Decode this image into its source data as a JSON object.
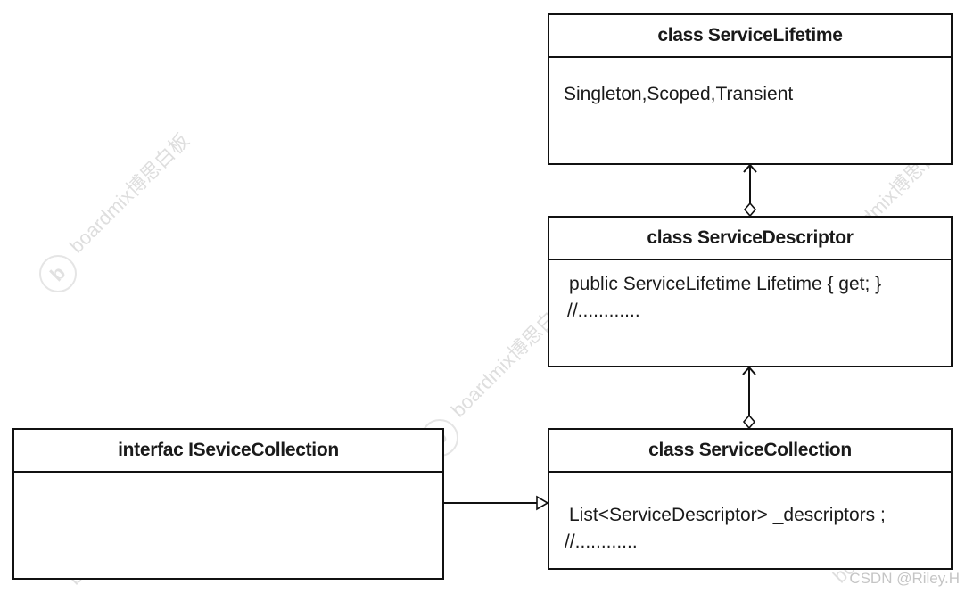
{
  "classes": {
    "service_lifetime": {
      "title": "class ServiceLifetime",
      "lines": [
        "Singleton,Scoped,Transient"
      ]
    },
    "service_descriptor": {
      "title": "class ServiceDescriptor",
      "lines": [
        "public ServiceLifetime Lifetime { get; }",
        "//............"
      ]
    },
    "service_collection": {
      "title": "class ServiceCollection",
      "lines": [
        "List<ServiceDescriptor> _descriptors ;",
        "//............"
      ]
    },
    "iservice_collection": {
      "title": "interfac ISeviceCollection",
      "lines": []
    }
  },
  "relations": [
    {
      "from": "service_descriptor",
      "to": "service_lifetime",
      "kind": "aggregation"
    },
    {
      "from": "service_collection",
      "to": "service_descriptor",
      "kind": "aggregation"
    },
    {
      "from": "iservice_collection",
      "to": "service_collection",
      "kind": "realization"
    }
  ],
  "watermark": {
    "text": "boardmix博思白板",
    "logo": "b",
    "credit": "CSDN @Riley.H"
  },
  "colors": {
    "line": "#111111",
    "background": "#ffffff",
    "watermark": "#a0a0a0"
  }
}
